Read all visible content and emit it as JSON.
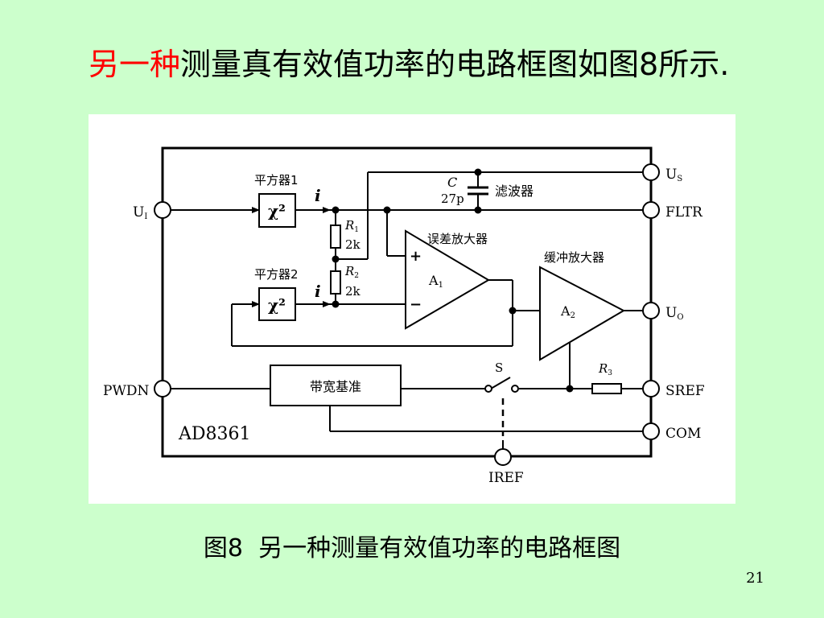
{
  "slide": {
    "title_highlight": "另一种",
    "title_rest": "测量真有效值功率的电路框图如图8所示.",
    "caption": "图8  另一种测量有效值功率的电路框图",
    "page_number": "21"
  },
  "diagram": {
    "chip_name": "AD8361",
    "pins": {
      "ui": "U",
      "ui_sub": "I",
      "us": "U",
      "us_sub": "S",
      "fltr": "FLTR",
      "uo": "U",
      "uo_sub": "O",
      "pwdn": "PWDN",
      "sref": "SREF",
      "com": "COM",
      "iref": "IREF"
    },
    "blocks": {
      "squarer1_label": "平方器1",
      "squarer2_label": "平方器2",
      "squarer_symbol": "χ²",
      "current_label": "i",
      "bandgap": "带宽基准",
      "error_amp": "误差放大器",
      "buffer_amp": "缓冲放大器",
      "filter": "滤波器"
    },
    "components": {
      "c_name": "C",
      "c_value": "27p",
      "r1_name": "R",
      "r1_sub": "1",
      "r1_value": "2k",
      "r2_name": "R",
      "r2_sub": "2",
      "r2_value": "2k",
      "r3_name": "R",
      "r3_sub": "3",
      "a1": "A",
      "a1_sub": "1",
      "a2": "A",
      "a2_sub": "2",
      "plus": "+",
      "minus": "−",
      "switch": "S"
    }
  }
}
